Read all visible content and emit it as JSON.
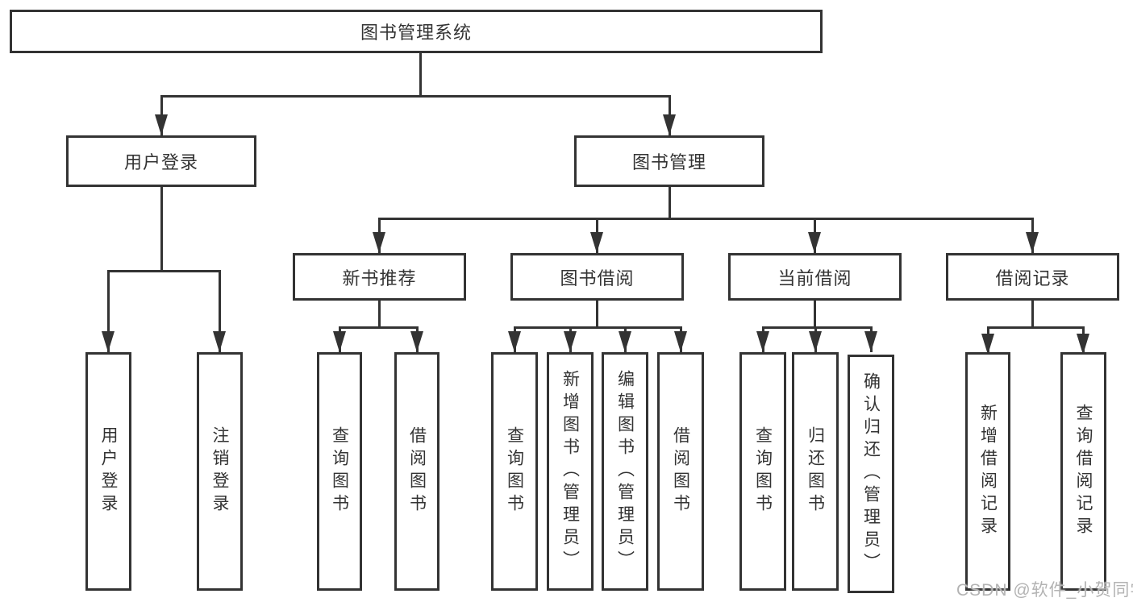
{
  "colors": {
    "line": "#333333",
    "box_border": "#333333",
    "box_bg": "#ffffff",
    "text": "#333333",
    "watermark": "#b3b3b3",
    "background": "#ffffff"
  },
  "watermark": "CSDN @软件_小贺同学",
  "tree": {
    "label": "图书管理系统",
    "children": [
      {
        "label": "用户登录",
        "children": [
          {
            "label": "用户登录"
          },
          {
            "label": "注销登录"
          }
        ]
      },
      {
        "label": "图书管理",
        "children": [
          {
            "label": "新书推荐",
            "children": [
              {
                "label": "查询图书"
              },
              {
                "label": "借阅图书"
              }
            ]
          },
          {
            "label": "图书借阅",
            "children": [
              {
                "label": "查询图书"
              },
              {
                "label": "新增图书（管理员）"
              },
              {
                "label": "编辑图书（管理员）"
              },
              {
                "label": "借阅图书"
              }
            ]
          },
          {
            "label": "当前借阅",
            "children": [
              {
                "label": "查询图书"
              },
              {
                "label": "归还图书"
              },
              {
                "label": "确认归还（管理员）"
              }
            ]
          },
          {
            "label": "借阅记录",
            "children": [
              {
                "label": "新增借阅记录"
              },
              {
                "label": "查询借阅记录"
              }
            ]
          }
        ]
      }
    ]
  }
}
